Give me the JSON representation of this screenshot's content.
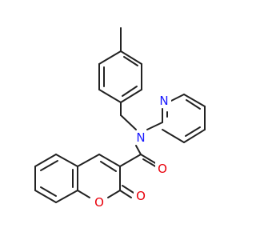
{
  "molecule": {
    "atoms": {
      "pyridine_n": {
        "symbol": "N",
        "color": "#1a1aff"
      },
      "amide_n": {
        "symbol": "N",
        "color": "#1a1aff"
      },
      "carbonyl_o": {
        "symbol": "O",
        "color": "#e8000b"
      },
      "ring_o": {
        "symbol": "O",
        "color": "#e8000b"
      },
      "lactone_o": {
        "symbol": "O",
        "color": "#e8000b"
      }
    },
    "colors": {
      "carbon_bond": "#222222",
      "nitrogen": "#1a1aff",
      "oxygen": "#e8000b",
      "background": "#ffffff"
    }
  }
}
